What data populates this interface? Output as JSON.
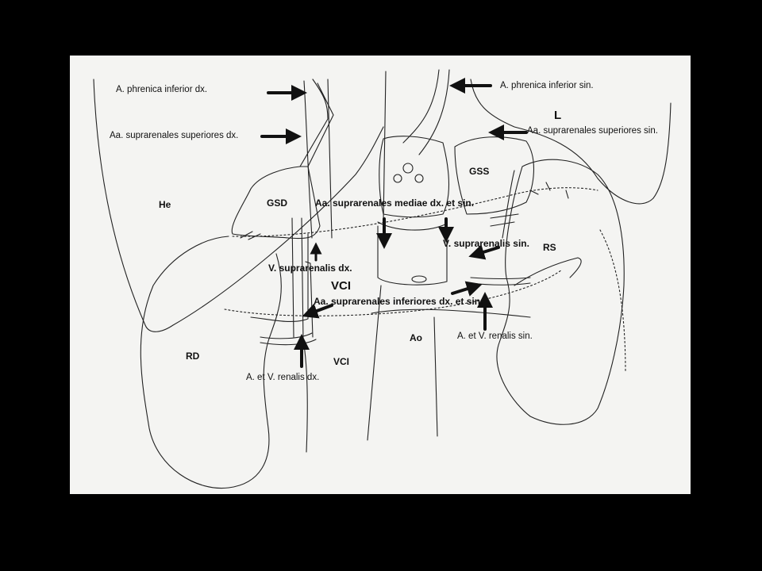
{
  "colors": {
    "background": "#000000",
    "figure": "#f4f4f2",
    "ink": "#111111"
  },
  "labels": {
    "phrenica_inferior_dx": "A. phrenica inferior dx.",
    "phrenica_inferior_sin": "A. phrenica inferior sin.",
    "L": "L",
    "suprarenales_superiores_dx": "Aa. suprarenales superiores dx.",
    "suprarenales_superiores_sin": "Aa. suprarenales superiores sin.",
    "GSS": "GSS",
    "He": "He",
    "GSD": "GSD",
    "suprarenales_mediae": "Aa. suprarenales mediae dx. et sin.",
    "suprarenalis_sin": "V. suprarenalis sin.",
    "RS": "RS",
    "suprarenalis_dx": "V. suprarenalis dx.",
    "VCI_upper": "VCI",
    "suprarenales_inferiores": "Aa. suprarenales inferiores dx. et sin.",
    "renalis_sin": "A. et V. renalis sin.",
    "Ao": "Ao",
    "RD": "RD",
    "VCI_lower": "VCI",
    "renalis_dx": "A. et V. renalis dx."
  }
}
